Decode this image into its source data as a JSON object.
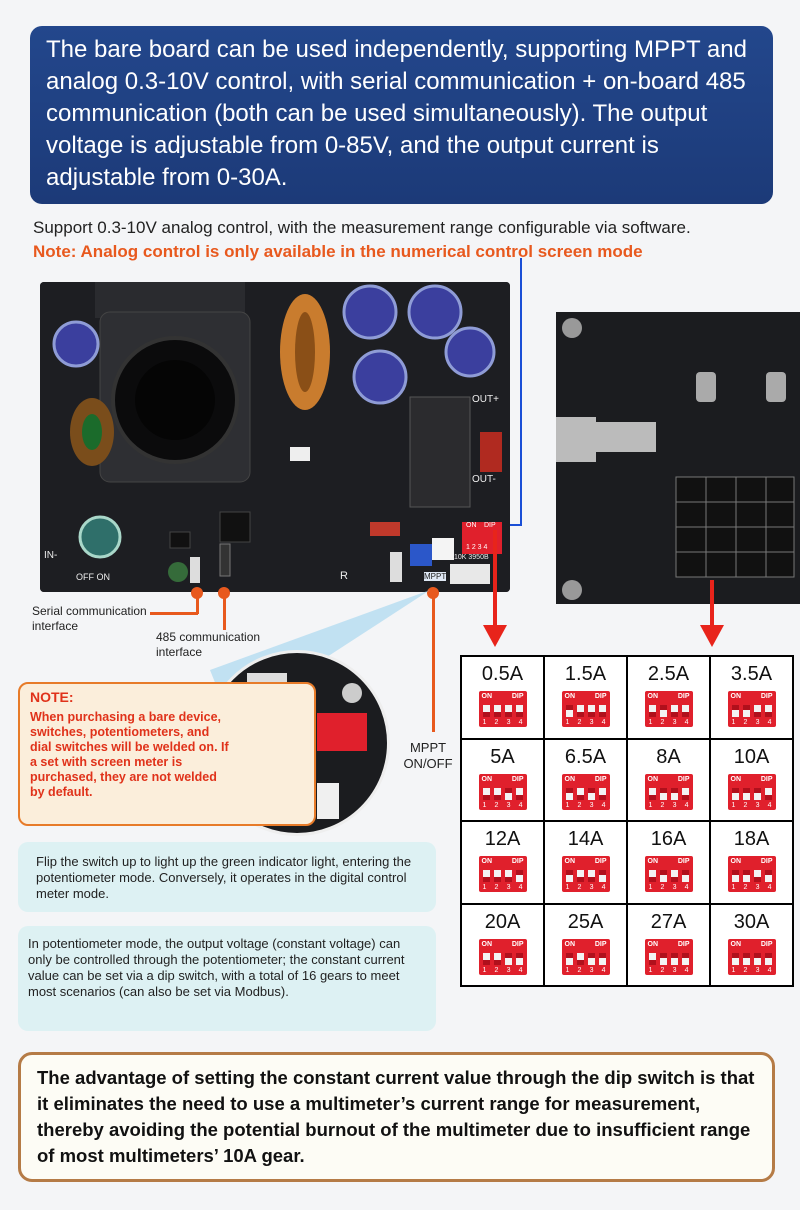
{
  "banner": {
    "text": "The bare board can be used independently, supporting MPPT and analog 0.3-10V control, with serial communication + on-board 485 communication (both can be used simultaneously). The output voltage is adjustable from 0-85V, and the output current is adjustable from 0-30A."
  },
  "support_text": "Support 0.3-10V analog control, with the measurement range configurable via software.",
  "note_line": "Note: Analog control is only available in the numerical control screen mode",
  "board": {
    "labels": {
      "out_plus": "OUT+",
      "out_minus": "OUT-",
      "in_minus": "IN-",
      "off_on": "OFF ON",
      "r": "R",
      "pot": "10K 3950B",
      "mppt_silk": "MPPT",
      "on": "ON",
      "dip": "DIP",
      "nums": "1 2 3 4"
    }
  },
  "callouts": {
    "serial": "Serial communication interface",
    "rs485": "485 communication interface",
    "mppt": "MPPT ON/OFF"
  },
  "note_box": {
    "title": "NOTE:",
    "body": "When purchasing a bare device, switches, potentiometers, and dial switches will be welded on. If a set with screen meter is purchased, they are not welded by default."
  },
  "info1": "Flip the switch up to light up the green indicator light, entering the potentiometer mode. Conversely, it operates in the digital control meter mode.",
  "info2": "In potentiometer mode, the output voltage (constant voltage) can only be controlled through the potentiometer; the constant current value can be set via a dip switch, with a total of 16 gears to meet most scenarios (can also be set via Modbus).",
  "dip_table": [
    {
      "value": "0.5A",
      "switches": [
        0,
        0,
        0,
        0
      ]
    },
    {
      "value": "1.5A",
      "switches": [
        1,
        0,
        0,
        0
      ]
    },
    {
      "value": "2.5A",
      "switches": [
        0,
        1,
        0,
        0
      ]
    },
    {
      "value": "3.5A",
      "switches": [
        1,
        1,
        0,
        0
      ]
    },
    {
      "value": "5A",
      "switches": [
        0,
        0,
        1,
        0
      ]
    },
    {
      "value": "6.5A",
      "switches": [
        1,
        0,
        1,
        0
      ]
    },
    {
      "value": "8A",
      "switches": [
        0,
        1,
        1,
        0
      ]
    },
    {
      "value": "10A",
      "switches": [
        1,
        1,
        1,
        0
      ]
    },
    {
      "value": "12A",
      "switches": [
        0,
        0,
        0,
        1
      ]
    },
    {
      "value": "14A",
      "switches": [
        1,
        0,
        0,
        1
      ]
    },
    {
      "value": "16A",
      "switches": [
        0,
        1,
        0,
        1
      ]
    },
    {
      "value": "18A",
      "switches": [
        1,
        1,
        0,
        1
      ]
    },
    {
      "value": "20A",
      "switches": [
        0,
        0,
        1,
        1
      ]
    },
    {
      "value": "25A",
      "switches": [
        1,
        0,
        1,
        1
      ]
    },
    {
      "value": "27A",
      "switches": [
        0,
        1,
        1,
        1
      ]
    },
    {
      "value": "30A",
      "switches": [
        1,
        1,
        1,
        1
      ]
    }
  ],
  "dip_labels": {
    "on": "ON",
    "dip": "DIP",
    "nums": [
      "1",
      "2",
      "3",
      "4"
    ]
  },
  "bottom_text": "The advantage of setting the constant current value through the dip switch is that it eliminates the need to use a multimeter’s current range for measurement, thereby avoiding the potential burnout of the multimeter due to insufficient range of most multimeters’ 10A gear.",
  "colors": {
    "banner": "#1c3a78",
    "note_orange": "#e8591e",
    "arrow_red": "#e8241b",
    "dip_red": "#e0202c"
  }
}
